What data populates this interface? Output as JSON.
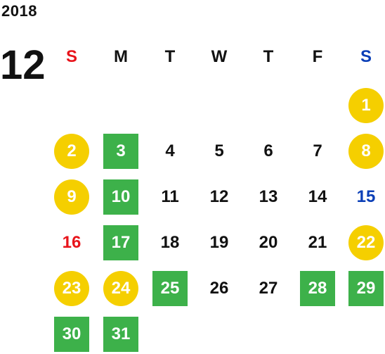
{
  "calendar": {
    "year": "2018",
    "month": "12",
    "colors": {
      "holiday_circle": "#f5cf00",
      "work_square": "#3db14a",
      "sunday_red": "#e8141b",
      "saturday_blue": "#0b3fb7",
      "normal": "#111111",
      "highlight_text": "#ffffff"
    },
    "weekdays": [
      {
        "label": "S",
        "color": "#e8141b"
      },
      {
        "label": "M",
        "color": "#111111"
      },
      {
        "label": "T",
        "color": "#111111"
      },
      {
        "label": "W",
        "color": "#111111"
      },
      {
        "label": "T",
        "color": "#111111"
      },
      {
        "label": "F",
        "color": "#111111"
      },
      {
        "label": "S",
        "color": "#0b3fb7"
      }
    ],
    "days": [
      {
        "d": "1",
        "style": "circle"
      },
      {
        "d": "2",
        "style": "circle"
      },
      {
        "d": "3",
        "style": "square"
      },
      {
        "d": "4",
        "style": "plain"
      },
      {
        "d": "5",
        "style": "plain"
      },
      {
        "d": "6",
        "style": "plain"
      },
      {
        "d": "7",
        "style": "plain"
      },
      {
        "d": "8",
        "style": "circle"
      },
      {
        "d": "9",
        "style": "circle"
      },
      {
        "d": "10",
        "style": "square"
      },
      {
        "d": "11",
        "style": "plain"
      },
      {
        "d": "12",
        "style": "plain"
      },
      {
        "d": "13",
        "style": "plain"
      },
      {
        "d": "14",
        "style": "plain"
      },
      {
        "d": "15",
        "style": "blue"
      },
      {
        "d": "16",
        "style": "red"
      },
      {
        "d": "17",
        "style": "square"
      },
      {
        "d": "18",
        "style": "plain"
      },
      {
        "d": "19",
        "style": "plain"
      },
      {
        "d": "20",
        "style": "plain"
      },
      {
        "d": "21",
        "style": "plain"
      },
      {
        "d": "22",
        "style": "circle"
      },
      {
        "d": "23",
        "style": "circle"
      },
      {
        "d": "24",
        "style": "circle"
      },
      {
        "d": "25",
        "style": "square"
      },
      {
        "d": "26",
        "style": "plain"
      },
      {
        "d": "27",
        "style": "plain"
      },
      {
        "d": "28",
        "style": "square"
      },
      {
        "d": "29",
        "style": "square"
      },
      {
        "d": "30",
        "style": "square"
      },
      {
        "d": "31",
        "style": "square"
      }
    ]
  }
}
